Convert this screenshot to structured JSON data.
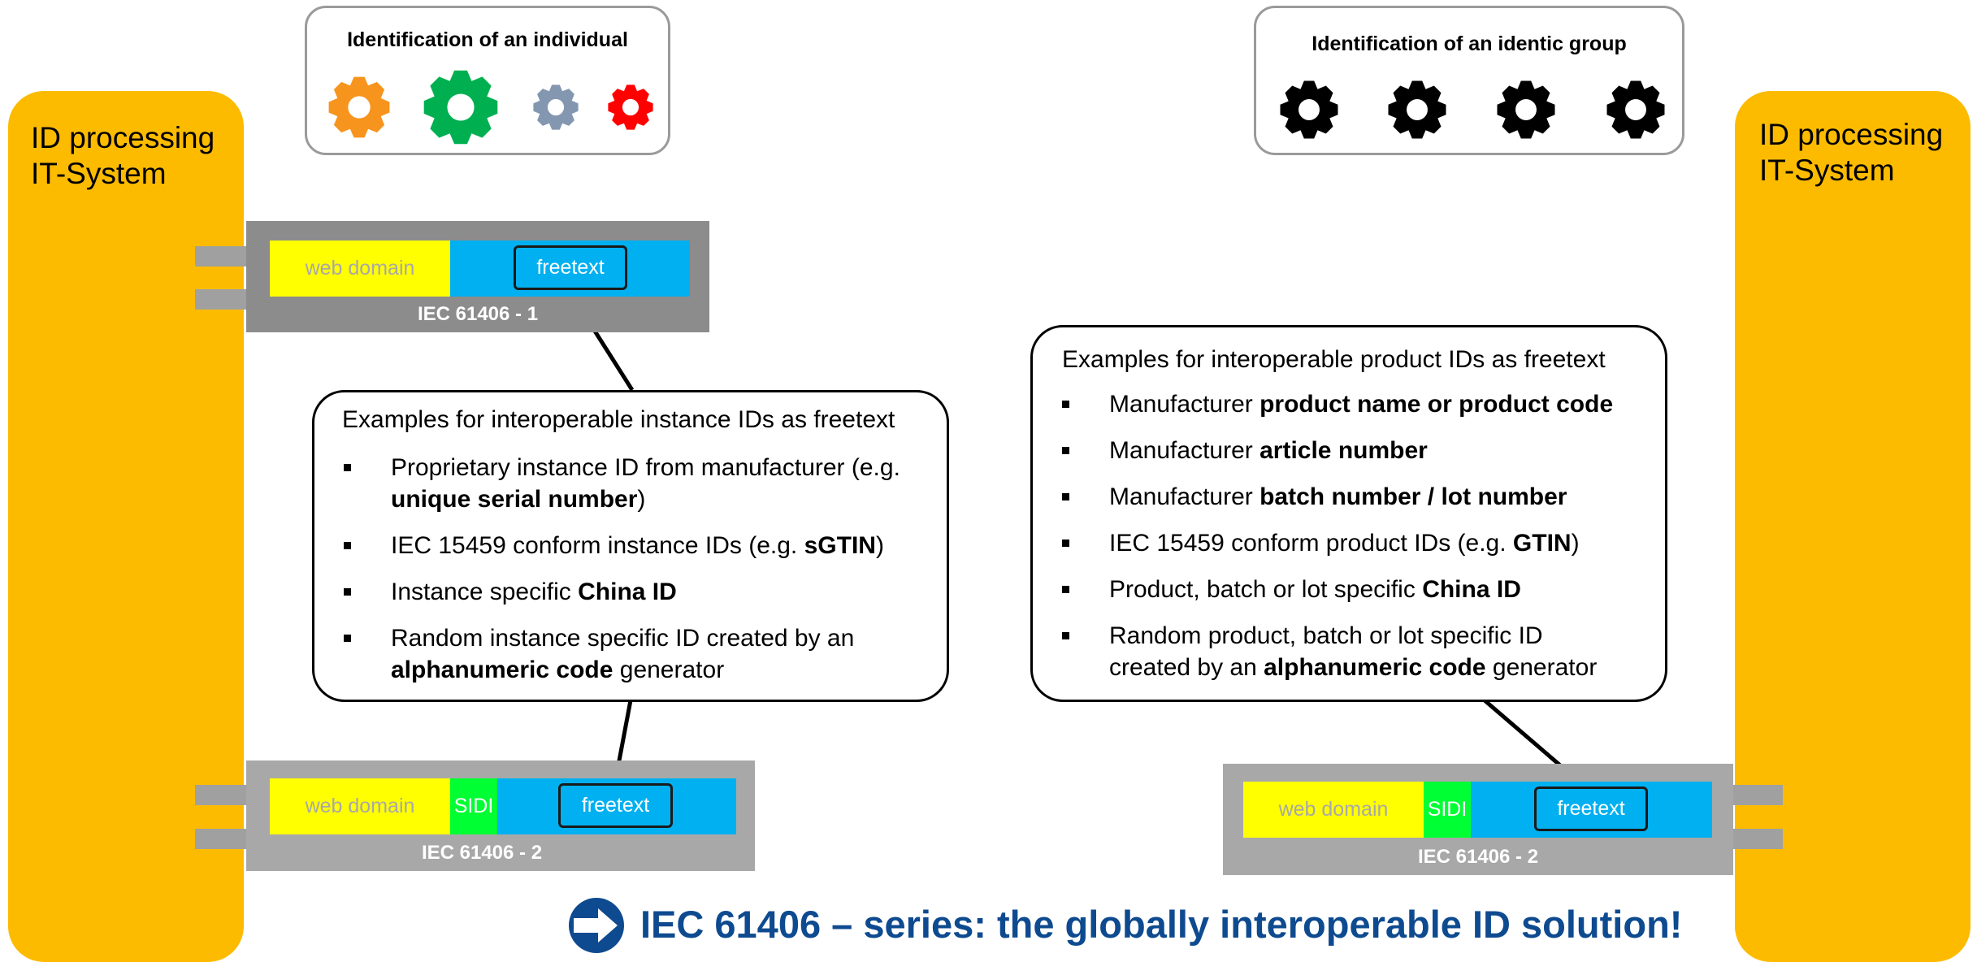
{
  "pillars": {
    "left": {
      "title": "ID processing\nIT-System"
    },
    "right": {
      "title": "ID processing\nIT-System"
    }
  },
  "individual_box": {
    "title": "Identification of an individual",
    "gear_colors": [
      "#f7941d",
      "#00b050",
      "#8497b0",
      "#ff0000"
    ]
  },
  "group_box": {
    "title": "Identification of an identic group",
    "gear_colors": [
      "#000000",
      "#000000",
      "#000000",
      "#000000"
    ]
  },
  "bars": {
    "top_left": {
      "web": "web domain",
      "free": "freetext",
      "label": "IEC 61406 - 1"
    },
    "bottom_left": {
      "web": "web domain",
      "sidi": "SIDI",
      "free": "freetext",
      "label": "IEC 61406 - 2"
    },
    "bottom_right": {
      "web": "web domain",
      "sidi": "SIDI",
      "free": "freetext",
      "label": "IEC 61406 - 2"
    }
  },
  "instance_callout": {
    "heading": "Examples for interoperable instance IDs as freetext",
    "items": [
      {
        "lines": [
          [
            {
              "t": "Proprietary instance ID from manufacturer (e.g.",
              "b": false
            }
          ],
          [
            {
              "t": "unique serial number",
              "b": true
            },
            {
              "t": ")",
              "b": false
            }
          ]
        ]
      },
      {
        "lines": [
          [
            {
              "t": "IEC 15459 conform instance IDs (e.g. ",
              "b": false
            },
            {
              "t": "sGTIN",
              "b": true
            },
            {
              "t": ")",
              "b": false
            }
          ]
        ]
      },
      {
        "lines": [
          [
            {
              "t": "Instance specific ",
              "b": false
            },
            {
              "t": "China ID",
              "b": true
            }
          ]
        ]
      },
      {
        "lines": [
          [
            {
              "t": "Random instance specific ID created by an",
              "b": false
            }
          ],
          [
            {
              "t": "alphanumeric code",
              "b": true
            },
            {
              "t": " generator",
              "b": false
            }
          ]
        ]
      }
    ]
  },
  "product_callout": {
    "heading": "Examples for interoperable product IDs as freetext",
    "items": [
      {
        "lines": [
          [
            {
              "t": "Manufacturer ",
              "b": false
            },
            {
              "t": "product name or product code",
              "b": true
            }
          ]
        ]
      },
      {
        "lines": [
          [
            {
              "t": "Manufacturer ",
              "b": false
            },
            {
              "t": "article number",
              "b": true
            }
          ]
        ]
      },
      {
        "lines": [
          [
            {
              "t": "Manufacturer ",
              "b": false
            },
            {
              "t": "batch number / lot number",
              "b": true
            }
          ]
        ]
      },
      {
        "lines": [
          [
            {
              "t": "IEC 15459 conform product IDs (e.g. ",
              "b": false
            },
            {
              "t": "GTIN",
              "b": true
            },
            {
              "t": ")",
              "b": false
            }
          ]
        ]
      },
      {
        "lines": [
          [
            {
              "t": "Product, batch or lot specific ",
              "b": false
            },
            {
              "t": "China ID",
              "b": true
            }
          ]
        ]
      },
      {
        "lines": [
          [
            {
              "t": "Random product, batch or lot specific ID",
              "b": false
            }
          ],
          [
            {
              "t": "created by an ",
              "b": false
            },
            {
              "t": "alphanumeric code",
              "b": true
            },
            {
              "t": " generator",
              "b": false
            }
          ]
        ]
      }
    ]
  },
  "footer": {
    "text": "IEC 61406 – series: the globally interoperable ID solution!",
    "arrow_color": "#0e4a8f"
  }
}
